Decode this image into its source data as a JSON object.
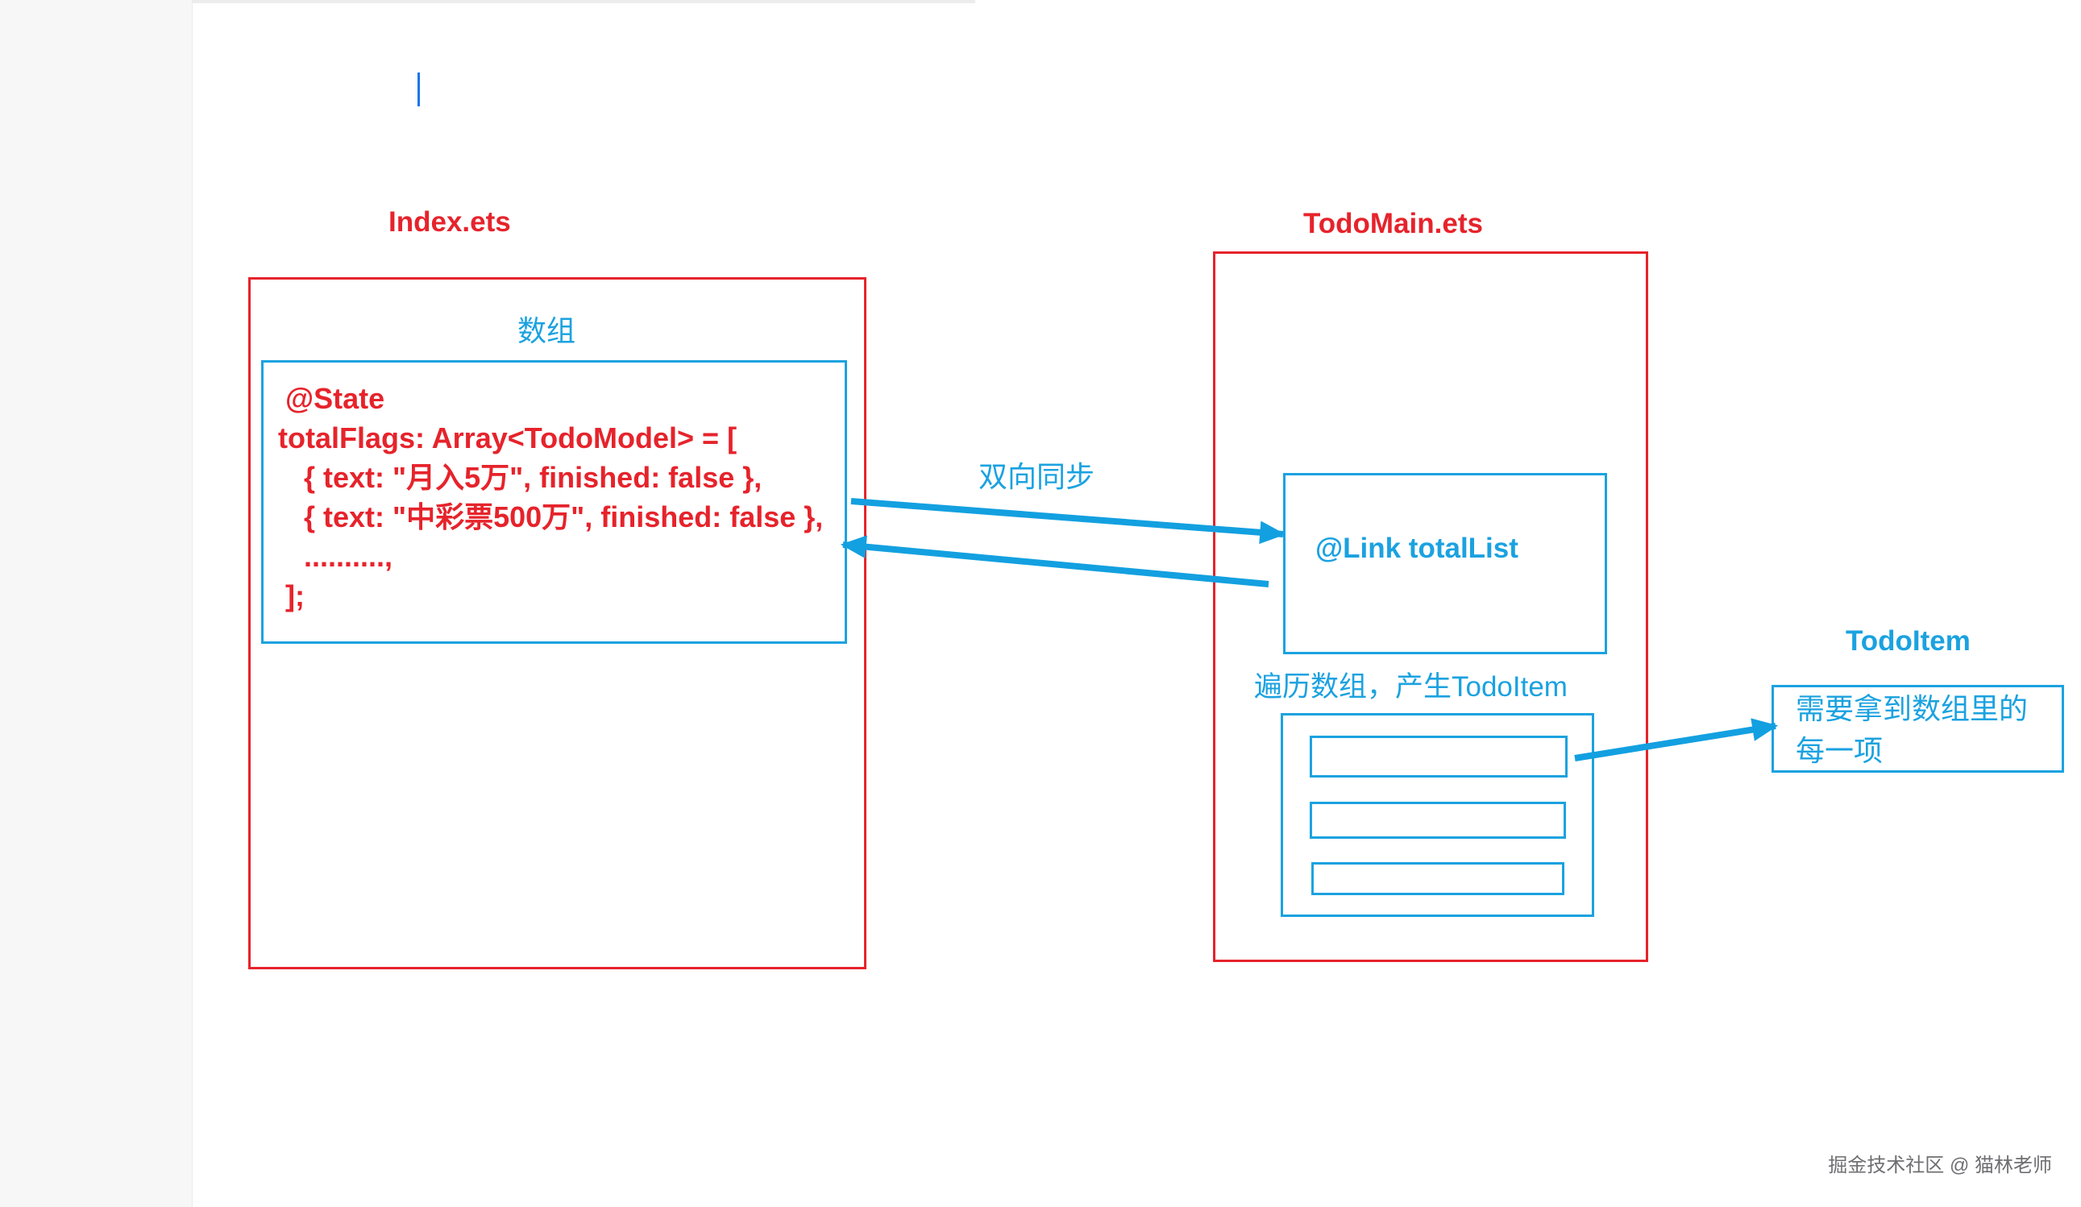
{
  "index_file": {
    "title": "Index.ets",
    "array_label": "数组",
    "code_lines": [
      "@State",
      "totalFlags: Array<TodoModel> = [",
      "{ text: \"月入5万\", finished: false },",
      "{ text: \"中彩票500万\", finished: false },",
      "..........,",
      "];"
    ]
  },
  "sync_label": "双向同步",
  "todomain_file": {
    "title": "TodoMain.ets",
    "link_label": "@Link totalList",
    "iterate_label": "遍历数组，产生TodoItem"
  },
  "todo_item": {
    "title": "TodoItem",
    "description_lines": [
      "需要拿到数组里的",
      "每一项"
    ]
  },
  "watermark": "掘金技术社区 @ 猫林老师",
  "colors": {
    "frame_red": "#e6232b",
    "accent_blue": "#1ba2e0",
    "cursor_blue": "#1677e6"
  }
}
